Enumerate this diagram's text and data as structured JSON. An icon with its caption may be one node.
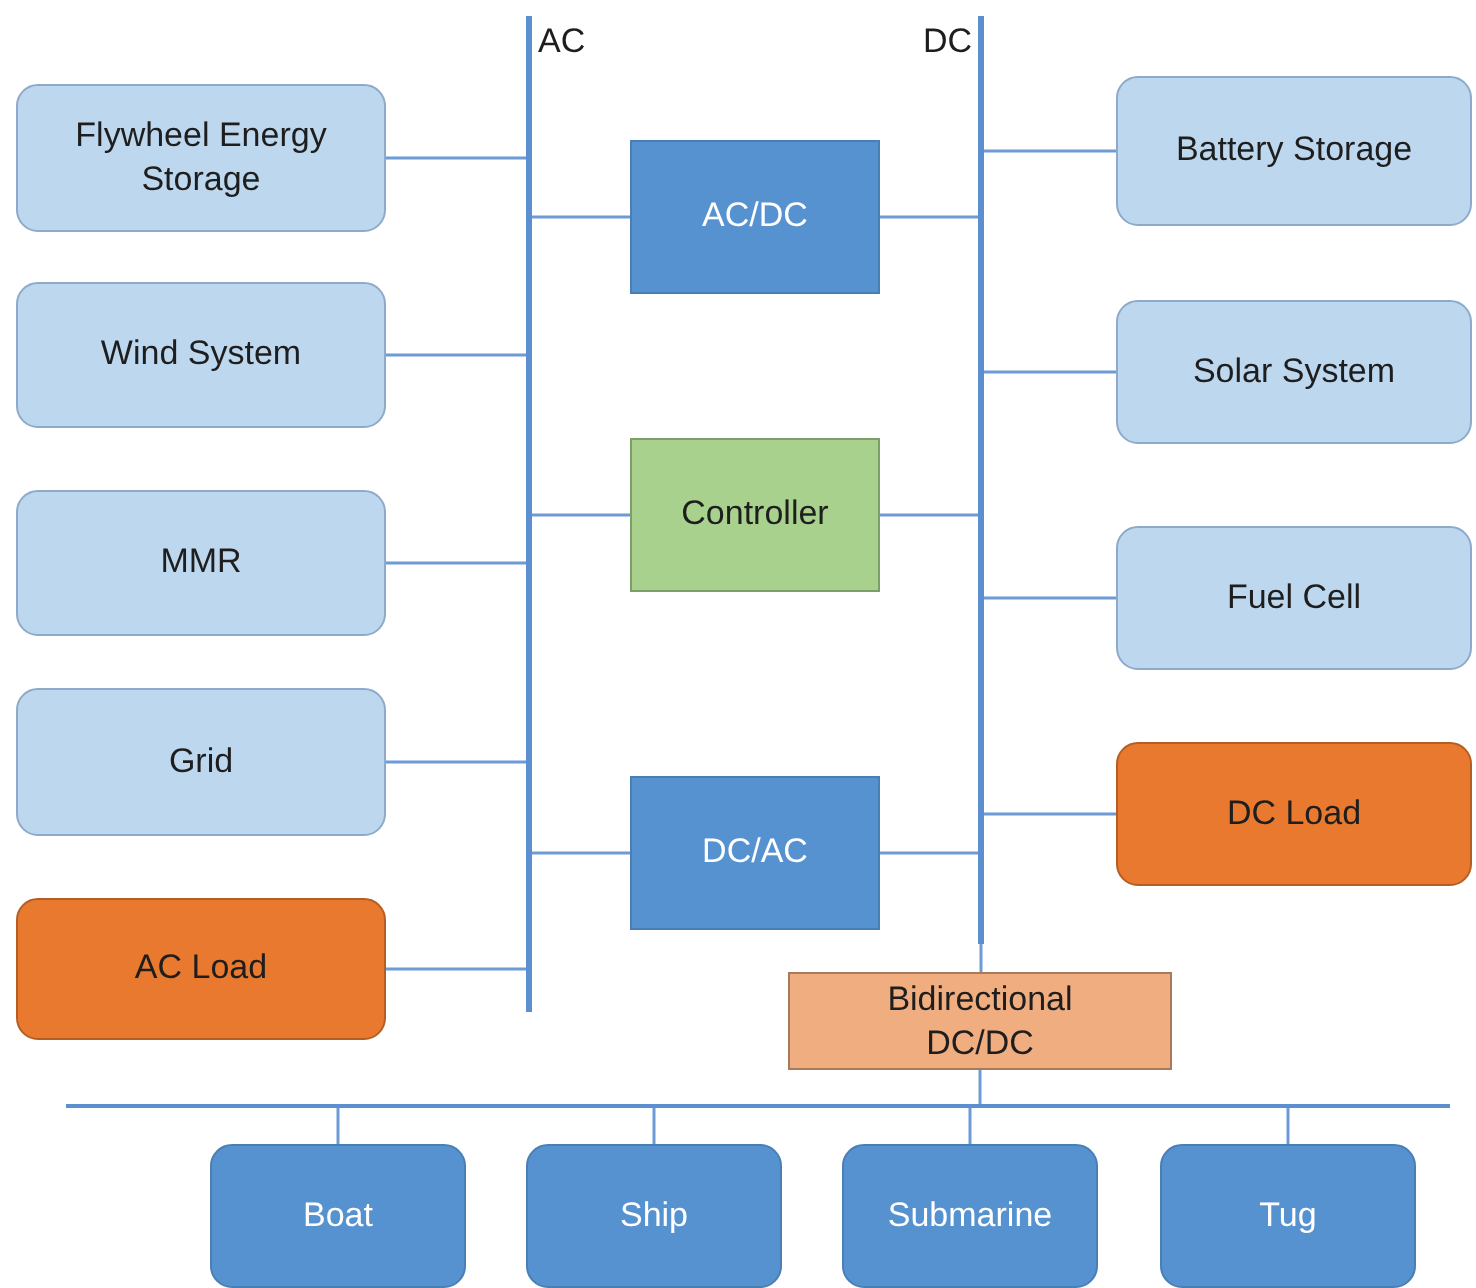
{
  "diagram": {
    "nodes": [
      {
        "text": [
          "AC"
        ]
      },
      {
        "text": [
          "DC"
        ]
      },
      {
        "text": [
          "Flywheel Energy Storage"
        ]
      },
      {
        "text": [
          "Wind System"
        ]
      },
      {
        "text": [
          "MMR"
        ]
      },
      {
        "text": [
          "Grid"
        ]
      },
      {
        "text": [
          "AC Load"
        ]
      },
      {
        "text": [
          "AC/DC"
        ]
      },
      {
        "text": [
          "Controller"
        ]
      },
      {
        "text": [
          "DC/AC"
        ]
      },
      {
        "text": [
          "Battery Storage"
        ]
      },
      {
        "text": [
          "Solar System"
        ]
      },
      {
        "text": [
          "Fuel Cell"
        ]
      },
      {
        "text": [
          "DC Load"
        ]
      },
      {
        "text": [
          "Bidirectional DC/DC"
        ]
      },
      {
        "text": [],
        "shape": "bar"
      },
      {
        "text": [
          "Boat"
        ]
      },
      {
        "text": [
          "Ship"
        ]
      },
      {
        "text": [
          "Submarine"
        ]
      },
      {
        "text": [
          "Tug"
        ]
      }
    ],
    "edges": [
      {
        "from": 2,
        "to": 0,
        "arrow": "none"
      },
      {
        "from": 3,
        "to": 0,
        "arrow": "none"
      },
      {
        "from": 4,
        "to": 0,
        "arrow": "none"
      },
      {
        "from": 5,
        "to": 0,
        "arrow": "none"
      },
      {
        "from": 6,
        "to": 0,
        "arrow": "none"
      },
      {
        "from": 0,
        "to": 7,
        "arrow": "none"
      },
      {
        "from": 7,
        "to": 1,
        "arrow": "none"
      },
      {
        "from": 0,
        "to": 8,
        "arrow": "none"
      },
      {
        "from": 8,
        "to": 1,
        "arrow": "none"
      },
      {
        "from": 0,
        "to": 9,
        "arrow": "none"
      },
      {
        "from": 9,
        "to": 1,
        "arrow": "none"
      },
      {
        "from": 1,
        "to": 10,
        "arrow": "none"
      },
      {
        "from": 1,
        "to": 11,
        "arrow": "none"
      },
      {
        "from": 1,
        "to": 12,
        "arrow": "none"
      },
      {
        "from": 1,
        "to": 13,
        "arrow": "none"
      },
      {
        "from": 1,
        "to": 14,
        "arrow": "none"
      },
      {
        "from": 14,
        "to": 15,
        "arrow": "none"
      },
      {
        "from": 15,
        "to": 16,
        "arrow": "none"
      },
      {
        "from": 15,
        "to": 17,
        "arrow": "none"
      },
      {
        "from": 15,
        "to": 18,
        "arrow": "none"
      },
      {
        "from": 15,
        "to": 19,
        "arrow": "none"
      }
    ]
  }
}
